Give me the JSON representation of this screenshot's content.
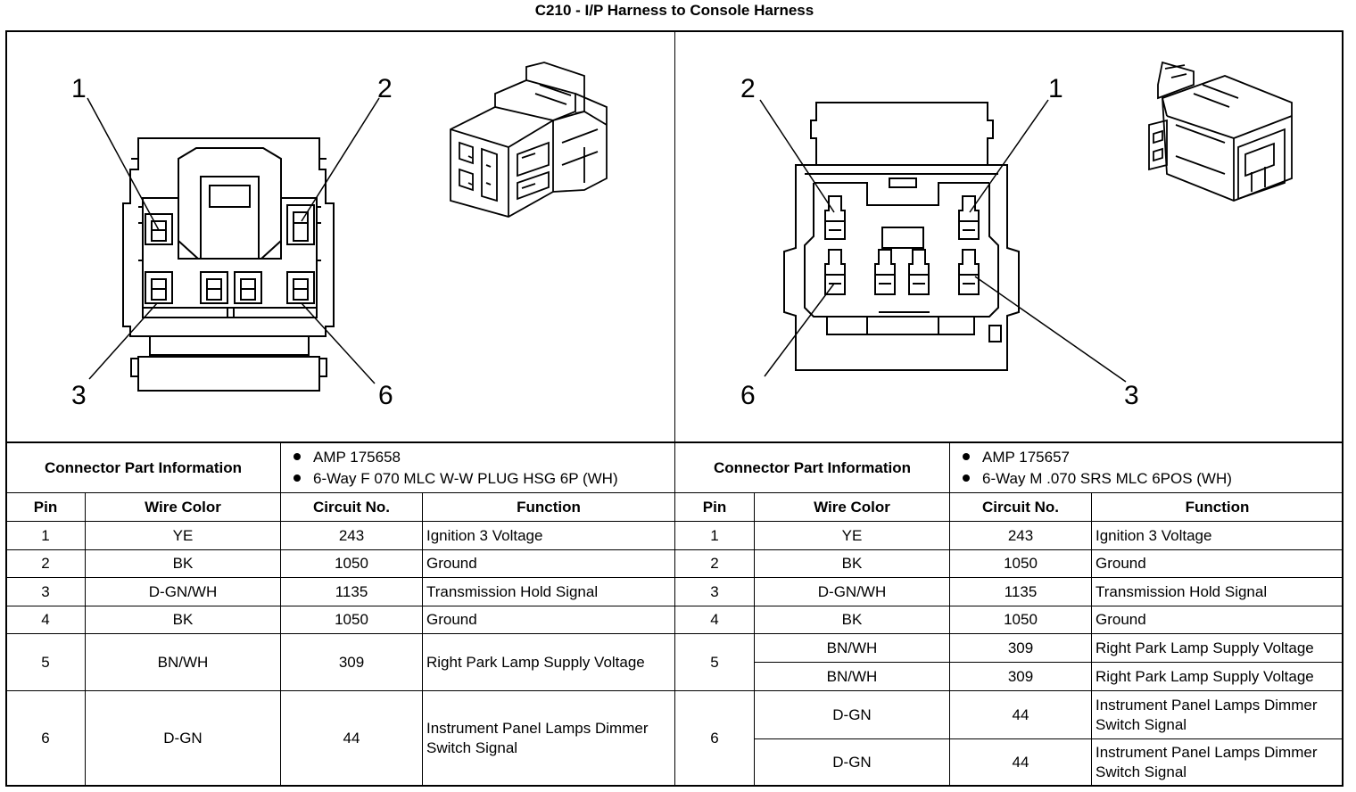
{
  "title": "C210 - I/P Harness to Console Harness",
  "left_connector": {
    "pin_callouts": [
      "1",
      "2",
      "3",
      "6"
    ],
    "part_info_label": "Connector Part Information",
    "part_info": [
      "AMP 175658",
      "6-Way F 070 MLC W-W PLUG HSG 6P (WH)"
    ],
    "headers": [
      "Pin",
      "Wire Color",
      "Circuit No.",
      "Function"
    ],
    "rows": [
      {
        "pin": "1",
        "wire_color": "YE",
        "circuit": "243",
        "function": "Ignition 3 Voltage"
      },
      {
        "pin": "2",
        "wire_color": "BK",
        "circuit": "1050",
        "function": "Ground"
      },
      {
        "pin": "3",
        "wire_color": "D-GN/WH",
        "circuit": "1135",
        "function": "Transmission Hold Signal"
      },
      {
        "pin": "4",
        "wire_color": "BK",
        "circuit": "1050",
        "function": "Ground"
      },
      {
        "pin": "5",
        "wire_color": "BN/WH",
        "circuit": "309",
        "function": "Right Park Lamp Supply Voltage"
      },
      {
        "pin": "6",
        "wire_color": "D-GN",
        "circuit": "44",
        "function": "Instrument Panel Lamps Dimmer Switch Signal"
      }
    ]
  },
  "right_connector": {
    "pin_callouts": [
      "2",
      "1",
      "6",
      "3"
    ],
    "part_info_label": "Connector Part Information",
    "part_info": [
      "AMP 175657",
      "6-Way M .070 SRS MLC 6POS (WH)"
    ],
    "headers": [
      "Pin",
      "Wire Color",
      "Circuit No.",
      "Function"
    ],
    "rows": [
      {
        "pin": "1",
        "wire_color": "YE",
        "circuit": "243",
        "function": "Ignition 3 Voltage"
      },
      {
        "pin": "2",
        "wire_color": "BK",
        "circuit": "1050",
        "function": "Ground"
      },
      {
        "pin": "3",
        "wire_color": "D-GN/WH",
        "circuit": "1135",
        "function": "Transmission Hold Signal"
      },
      {
        "pin": "4",
        "wire_color": "BK",
        "circuit": "1050",
        "function": "Ground"
      },
      {
        "pin": "5",
        "wire_color": "BN/WH",
        "circuit": "309",
        "function": "Right Park Lamp Supply Voltage",
        "wire_color_2": "BN/WH",
        "circuit_2": "309",
        "function_2": "Right Park Lamp Supply Voltage"
      },
      {
        "pin": "6",
        "wire_color": "D-GN",
        "circuit": "44",
        "function": "Instrument Panel Lamps Dimmer Switch Signal",
        "wire_color_2": "D-GN",
        "circuit_2": "44",
        "function_2": "Instrument Panel Lamps Dimmer Switch Signal"
      }
    ]
  }
}
